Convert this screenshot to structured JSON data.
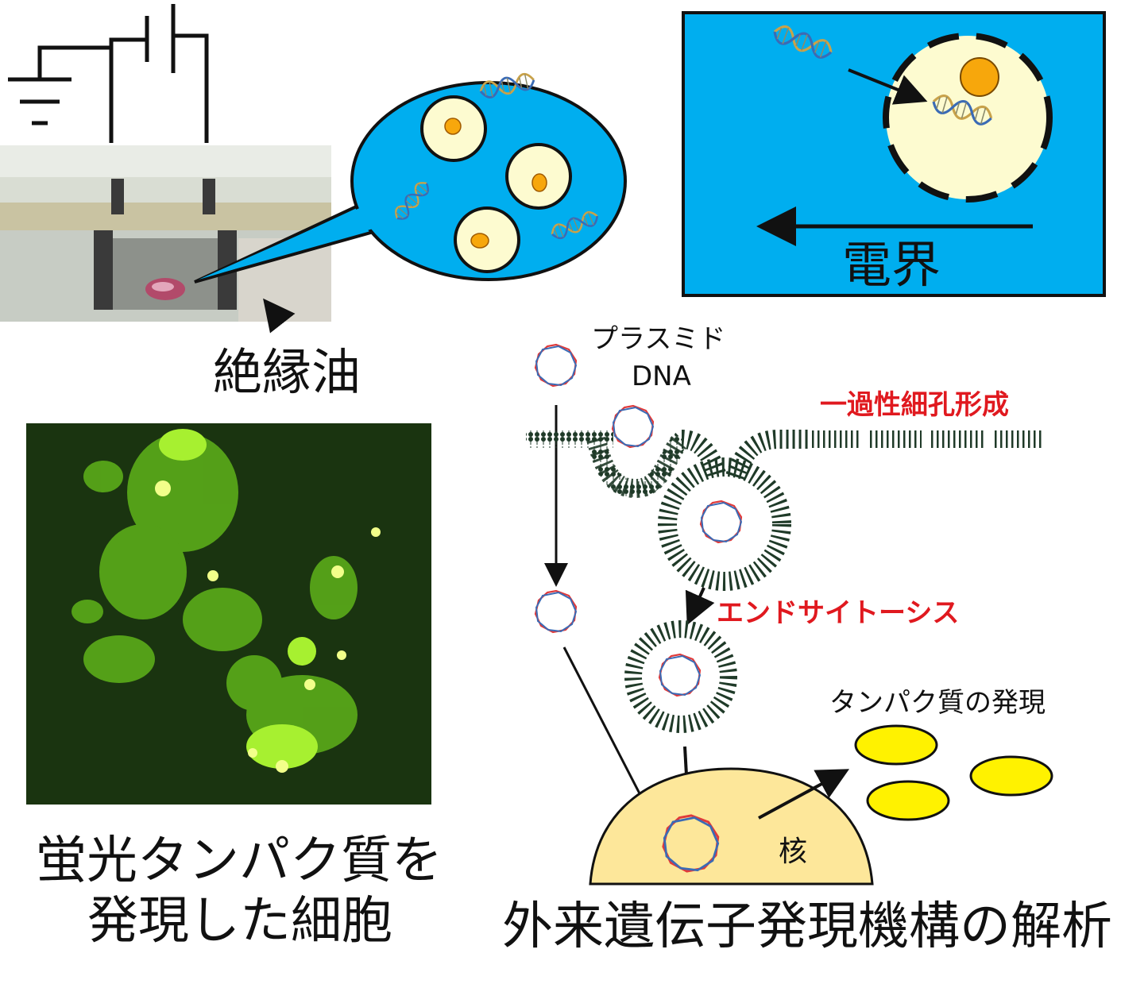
{
  "labels": {
    "insulating_oil": "絶縁油",
    "electric_field": "電界",
    "fluorescent_caption_line1": "蛍光タンパク質を",
    "fluorescent_caption_line2": "発現した細胞",
    "plasmid_line1": "プラスミド",
    "plasmid_line2": "DNA",
    "transient_pore": "一過性細孔形成",
    "endocytosis": "エンドサイトーシス",
    "protein_expression": "タンパク質の発現",
    "nucleus": "核",
    "bottom_title": "外来遺伝子発現機構の解析"
  },
  "colors": {
    "medium_blue": "#00aeef",
    "cell_cream": "#fdfbd0",
    "nucleus_orange": "#f7a70c",
    "membrane_dark": "#1f3a28",
    "nucleus_fill": "#fde79a",
    "protein_yellow": "#fff200",
    "label_red": "#e0191f",
    "fluor_background": "#1a3410",
    "fluor_green": "#7fe01a"
  },
  "icons": [
    "dna-helix-icon",
    "plasmid-ring-icon",
    "arrow-icon",
    "ground-symbol-icon",
    "capacitor-symbol-icon"
  ]
}
